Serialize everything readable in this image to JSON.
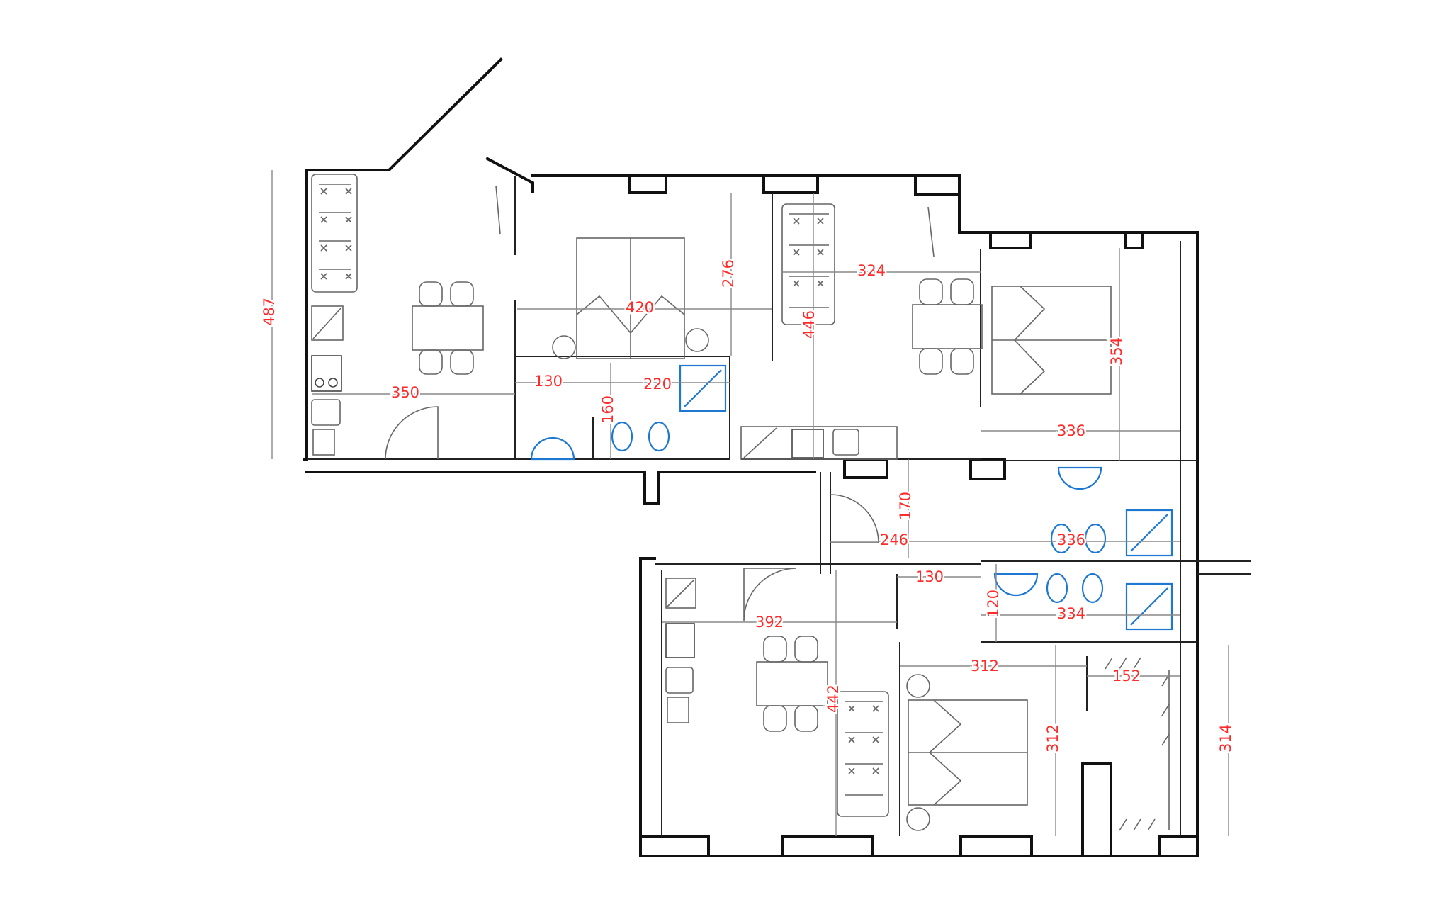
{
  "diagram": {
    "type": "apartment-floor-plan",
    "colors": {
      "wall": "#111111",
      "furniture": "#666666",
      "dimension_line": "#888888",
      "dimension_text": "#ff2a2a",
      "sanitary_fixture": "#1e78d2"
    },
    "dimensions": [
      {
        "id": "living-height",
        "label": "487"
      },
      {
        "id": "bedroom1-width",
        "label": "420"
      },
      {
        "id": "bedroom1-depth",
        "label": "276"
      },
      {
        "id": "living-width",
        "label": "350"
      },
      {
        "id": "hall-width",
        "label": "130"
      },
      {
        "id": "bath1-width",
        "label": "220"
      },
      {
        "id": "bath1-depth",
        "label": "160"
      },
      {
        "id": "kitchen2-width",
        "label": "324"
      },
      {
        "id": "kitchen2-height",
        "label": "446"
      },
      {
        "id": "bedroom2-depth",
        "label": "354"
      },
      {
        "id": "bedroom2-width",
        "label": "336"
      },
      {
        "id": "corridor-depth",
        "label": "170"
      },
      {
        "id": "corridor-width",
        "label": "246"
      },
      {
        "id": "bath2-width",
        "label": "336"
      },
      {
        "id": "hall2-width",
        "label": "130"
      },
      {
        "id": "bath3-depth",
        "label": "120"
      },
      {
        "id": "bath3-width",
        "label": "334"
      },
      {
        "id": "living3-width",
        "label": "392"
      },
      {
        "id": "living3-height",
        "label": "442"
      },
      {
        "id": "bedroom3-width",
        "label": "312"
      },
      {
        "id": "bedroom3-depth",
        "label": "312"
      },
      {
        "id": "wardrobe-width",
        "label": "152"
      },
      {
        "id": "unit3-depth",
        "label": "314"
      }
    ]
  }
}
